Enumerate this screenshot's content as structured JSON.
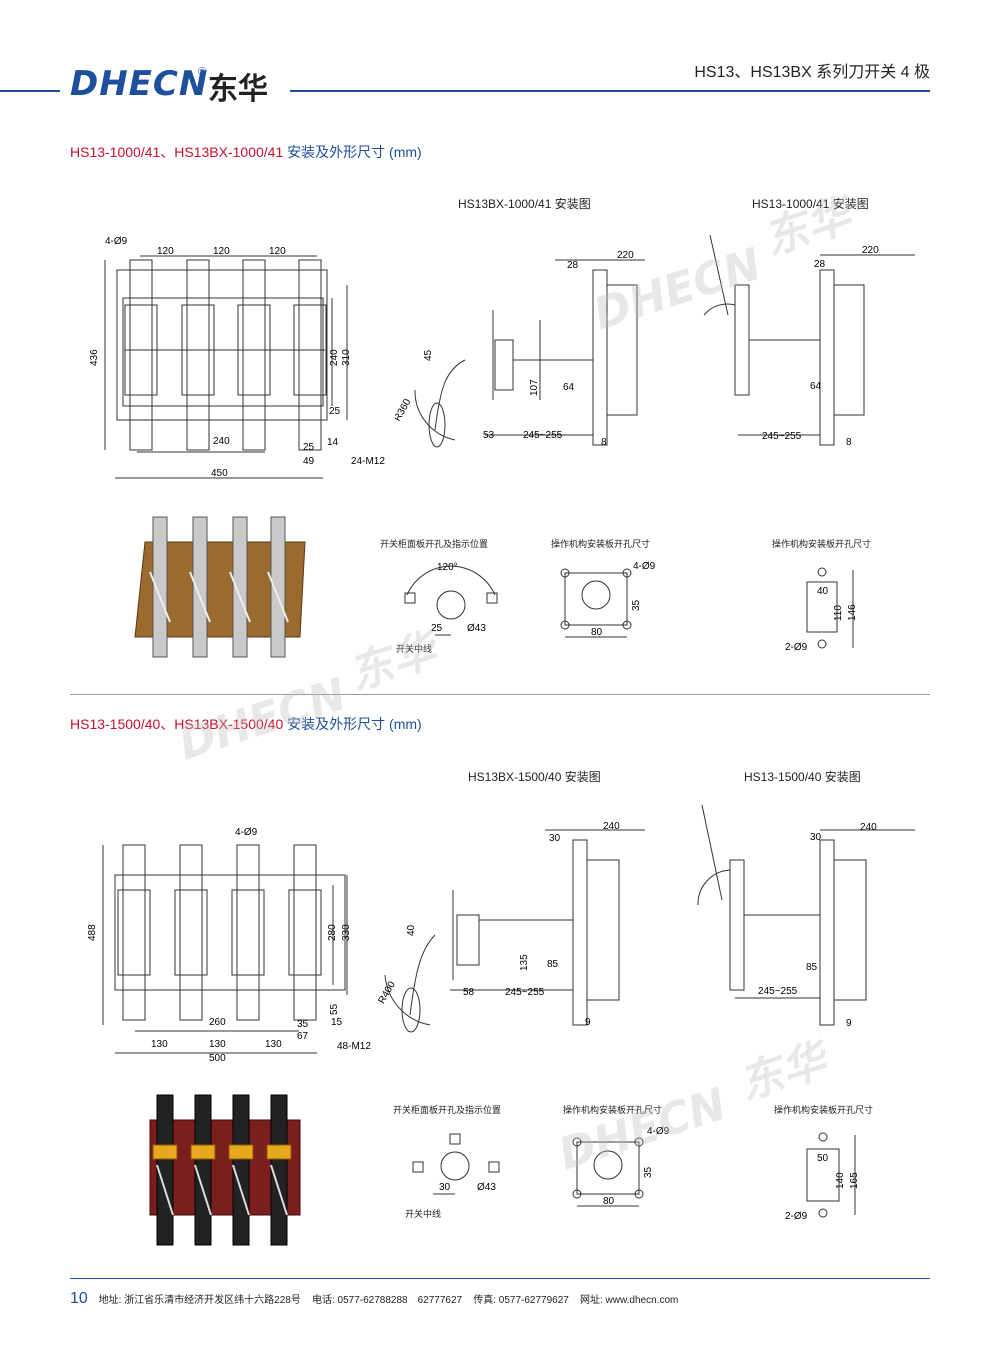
{
  "header": {
    "logo_text": "DHECN",
    "logo_cn": "东华",
    "registered": "®",
    "title": "HS13、HS13BX 系列刀开关 4 极"
  },
  "watermark": {
    "text": "DHECN",
    "cn": "东华"
  },
  "section1": {
    "title_red": "HS13-1000/41、HS13BX-1000/41 ",
    "title_blue": "安装及外形尺寸 (mm)",
    "bx_label": "HS13BX-1000/41 安装图",
    "hs_label": "HS13-1000/41 安装图",
    "panel_label": "开关柜面板开孔及指示位置",
    "mech_label": "操作机构安装板开孔尺寸",
    "mech2_label": "操作机构安装板开孔尺寸",
    "center_line": "开关中线",
    "dims": {
      "hole": "4-Ø9",
      "pitch1": "120",
      "pitch2": "120",
      "pitch3": "120",
      "h436": "436",
      "h240": "240",
      "h310": "310",
      "d25a": "25",
      "w240": "240",
      "d25b": "25",
      "d14": "14",
      "d49": "49",
      "bolt": "24-M12",
      "w450": "450",
      "bx28": "28",
      "bx220": "220",
      "bx45": "45",
      "bxR": "R360",
      "bx107": "107",
      "bx64": "64",
      "bx53": "53",
      "bx245": "245~255",
      "bx8": "8",
      "hs28": "28",
      "hs220": "220",
      "hs64": "64",
      "hs245": "245~255",
      "hs8": "8",
      "ang": "120°",
      "p25": "25",
      "p43": "Ø43",
      "m4": "4-Ø9",
      "m35": "35",
      "m80": "80",
      "k40": "40",
      "k110": "110",
      "k146": "146",
      "k2": "2-Ø9"
    }
  },
  "section2": {
    "title_red": "HS13-1500/40、HS13BX-1500/40 ",
    "title_blue": "安装及外形尺寸 (mm)",
    "bx_label": "HS13BX-1500/40 安装图",
    "hs_label": "HS13-1500/40 安装图",
    "panel_label": "开关柜面板开孔及指示位置",
    "mech_label": "操作机构安装板开孔尺寸",
    "mech2_label": "操作机构安装板开孔尺寸",
    "center_line": "开关中线",
    "dims": {
      "hole": "4-Ø9",
      "h488": "488",
      "h280": "280",
      "h330": "330",
      "d55": "55",
      "w260": "260",
      "d35": "35",
      "d15": "15",
      "d67": "67",
      "p130a": "130",
      "p130b": "130",
      "p130c": "130",
      "w500": "500",
      "bolt": "48-M12",
      "bx30": "30",
      "bx240": "240",
      "bx40": "40",
      "bxR": "R400",
      "bx135": "135",
      "bx85": "85",
      "bx58": "58",
      "bx245": "245~255",
      "bx9": "9",
      "hs30": "30",
      "hs240": "240",
      "hs85": "85",
      "hs245": "245~255",
      "hs9": "9",
      "p30": "30",
      "p43": "Ø43",
      "m4": "4-Ø9",
      "m35": "35",
      "m80": "80",
      "k50": "50",
      "k140": "140",
      "k165": "165",
      "k2": "2-Ø9"
    }
  },
  "footer": {
    "page": "10",
    "address_label": "地址:",
    "address": "浙江省乐清市经济开发区纬十六路228号",
    "tel_label": "电话:",
    "tel": "0577-62788288　62777627",
    "fax_label": "传真:",
    "fax": "0577-62779627",
    "web_label": "网址:",
    "web": "www.dhecn.com"
  }
}
